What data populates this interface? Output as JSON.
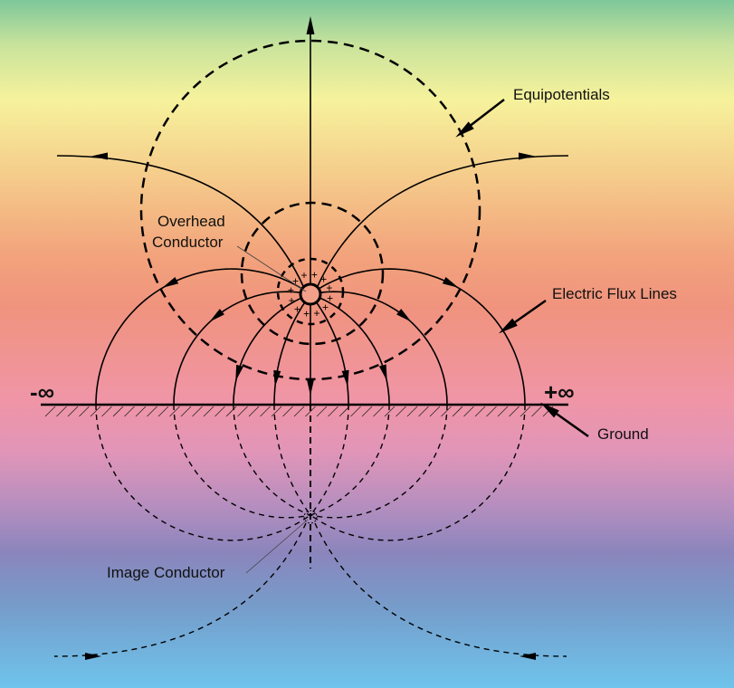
{
  "labels": {
    "equipotentials": "Equipotentials",
    "overhead_conductor_line1": "Overhead",
    "overhead_conductor_line2": "Conductor",
    "electric_flux_lines": "Electric Flux Lines",
    "ground": "Ground",
    "image_conductor": "Image Conductor",
    "minus_infinity": "-∞",
    "plus_infinity": "+∞"
  },
  "charge_symbols": {
    "conductor": "+"
  },
  "colors": {
    "line": "#000000",
    "text": "#111111"
  }
}
